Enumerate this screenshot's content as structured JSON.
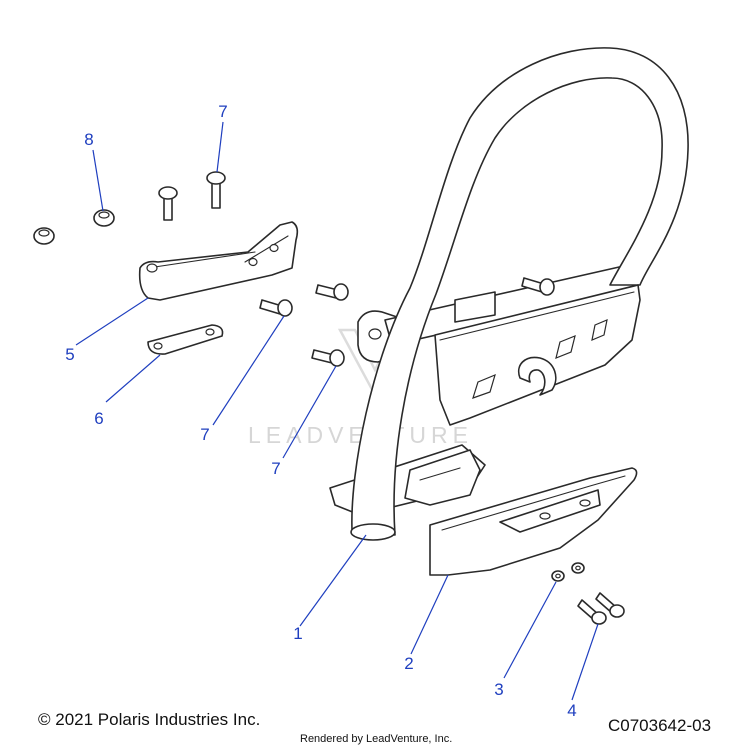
{
  "diagram": {
    "callouts": [
      {
        "id": "1",
        "label": "1"
      },
      {
        "id": "2",
        "label": "2"
      },
      {
        "id": "3",
        "label": "3"
      },
      {
        "id": "4",
        "label": "4"
      },
      {
        "id": "5",
        "label": "5"
      },
      {
        "id": "6",
        "label": "6"
      },
      {
        "id": "7a",
        "label": "7"
      },
      {
        "id": "7b",
        "label": "7"
      },
      {
        "id": "7c",
        "label": "7"
      },
      {
        "id": "8",
        "label": "8"
      }
    ],
    "watermark": "LEADVENTURE",
    "colors": {
      "callout": "#1f3fbf",
      "line": "#2a2a2a",
      "watermark": "#d6d6d6"
    }
  },
  "footer": {
    "copyright": "© 2021 Polaris Industries Inc.",
    "rendered_by": "Rendered by LeadVenture, Inc.",
    "drawing_number": "C0703642-03"
  }
}
